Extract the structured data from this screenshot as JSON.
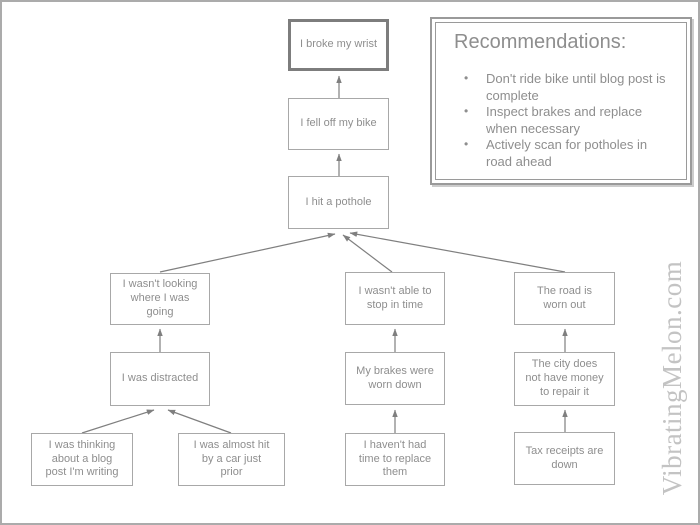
{
  "diagram": {
    "nodes": [
      {
        "id": "broke-wrist",
        "label": "I broke my wrist"
      },
      {
        "id": "fell-off-bike",
        "label": "I fell off my bike"
      },
      {
        "id": "hit-pothole",
        "label": "I hit a pothole"
      },
      {
        "id": "wasnt-looking",
        "label": "I wasn't looking\nwhere I was\ngoing"
      },
      {
        "id": "was-distracted",
        "label": "I was distracted"
      },
      {
        "id": "thinking-blog",
        "label": "I was thinking\nabout a blog\npost I'm writing"
      },
      {
        "id": "almost-hit-car",
        "label": "I was almost hit\nby a car just\nprior"
      },
      {
        "id": "couldnt-stop",
        "label": "I wasn't able to\nstop in time"
      },
      {
        "id": "brakes-worn",
        "label": "My brakes were\nworn down"
      },
      {
        "id": "no-time-replace",
        "label": "I haven't had\ntime to replace\nthem"
      },
      {
        "id": "road-worn-out",
        "label": "The road is\nworn out"
      },
      {
        "id": "city-no-money",
        "label": "The city does\nnot have money\nto repair it"
      },
      {
        "id": "tax-receipts",
        "label": "Tax receipts are\ndown"
      }
    ]
  },
  "recommendations": {
    "title": "Recommendations:",
    "bullet_icon": "•",
    "items": [
      "Don't ride bike until blog post is\ncomplete",
      "Inspect brakes and replace\nwhen necessary",
      "Actively scan for potholes in\nroad ahead"
    ]
  },
  "watermark": "VibratingMelon.com",
  "colors": {
    "page_border": "#ababab",
    "box_border": "#a8a8a8",
    "root_box_border": "#7d7d7d",
    "text": "#8e8e8e",
    "arrow": "#7f7f7f",
    "watermark": "#c3c3c3"
  }
}
